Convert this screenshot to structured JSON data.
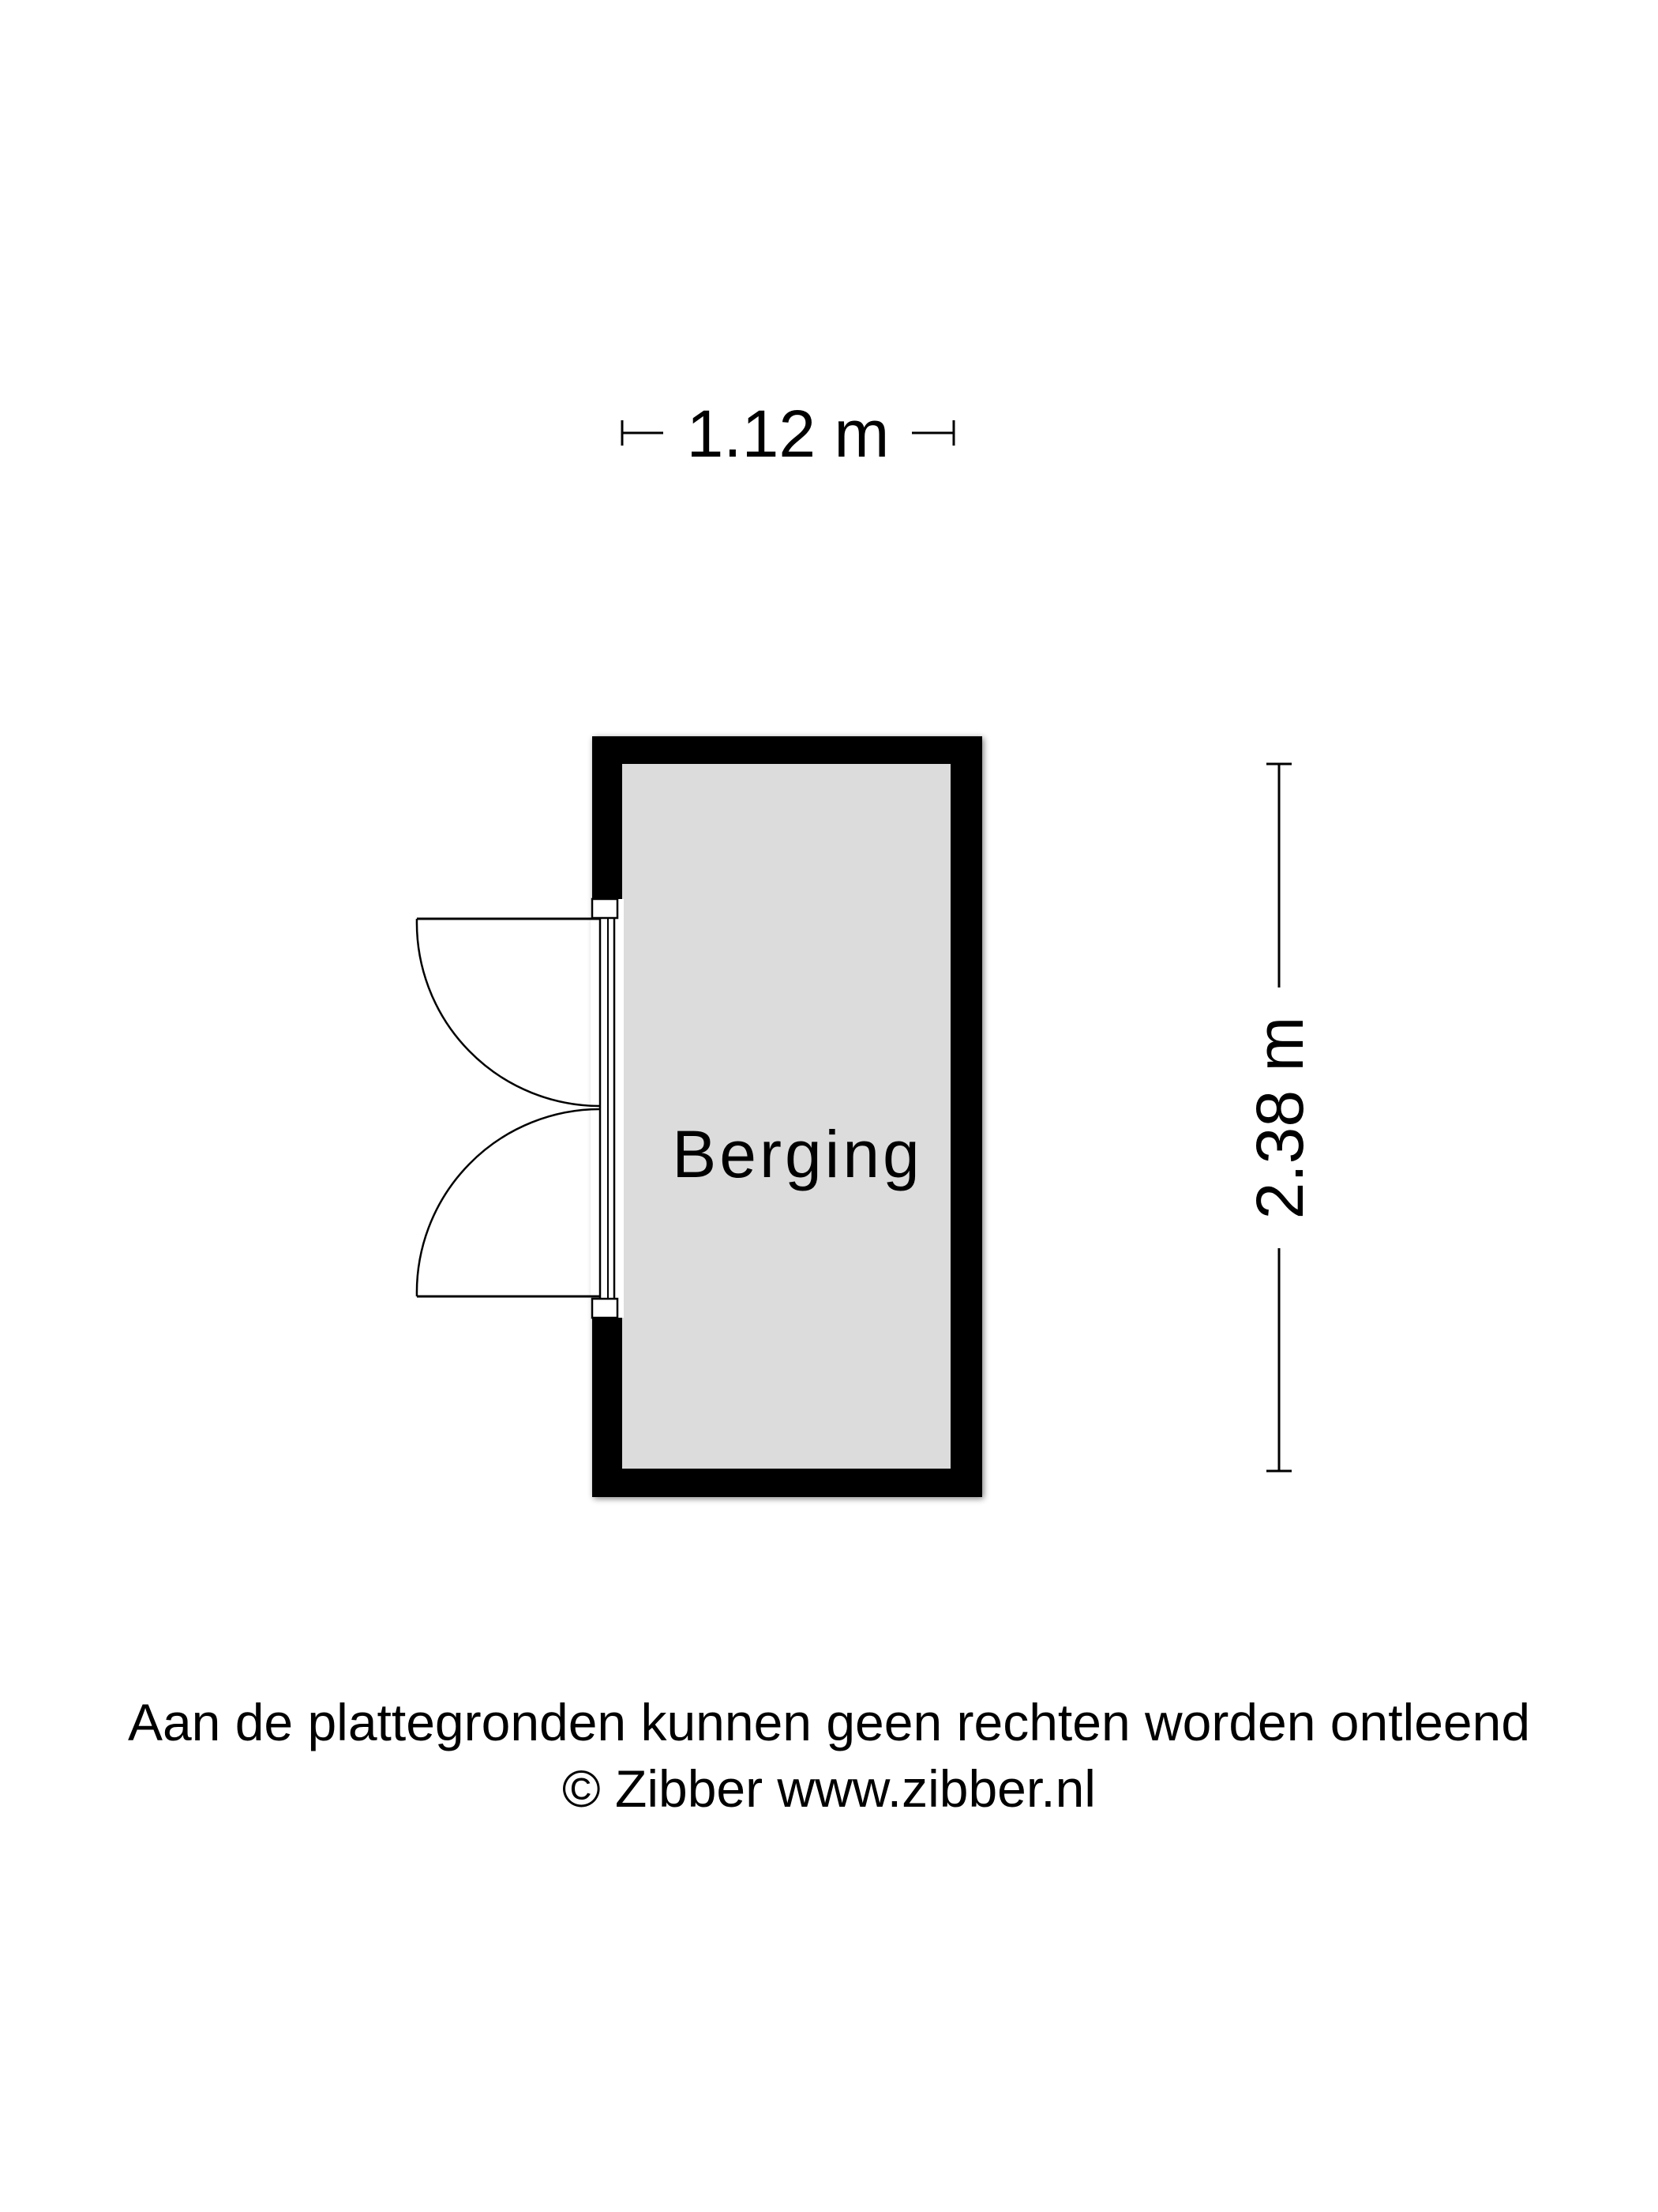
{
  "floorplan": {
    "width_label": "1.12 m",
    "height_label": "2.38 m",
    "room": {
      "name": "Berging",
      "fill_color": "#dcdcdc"
    },
    "wall_color": "#000000"
  },
  "footer": {
    "disclaimer": "Aan de plattegronden kunnen geen rechten worden ontleend",
    "copyright": "© Zibber www.zibber.nl"
  }
}
